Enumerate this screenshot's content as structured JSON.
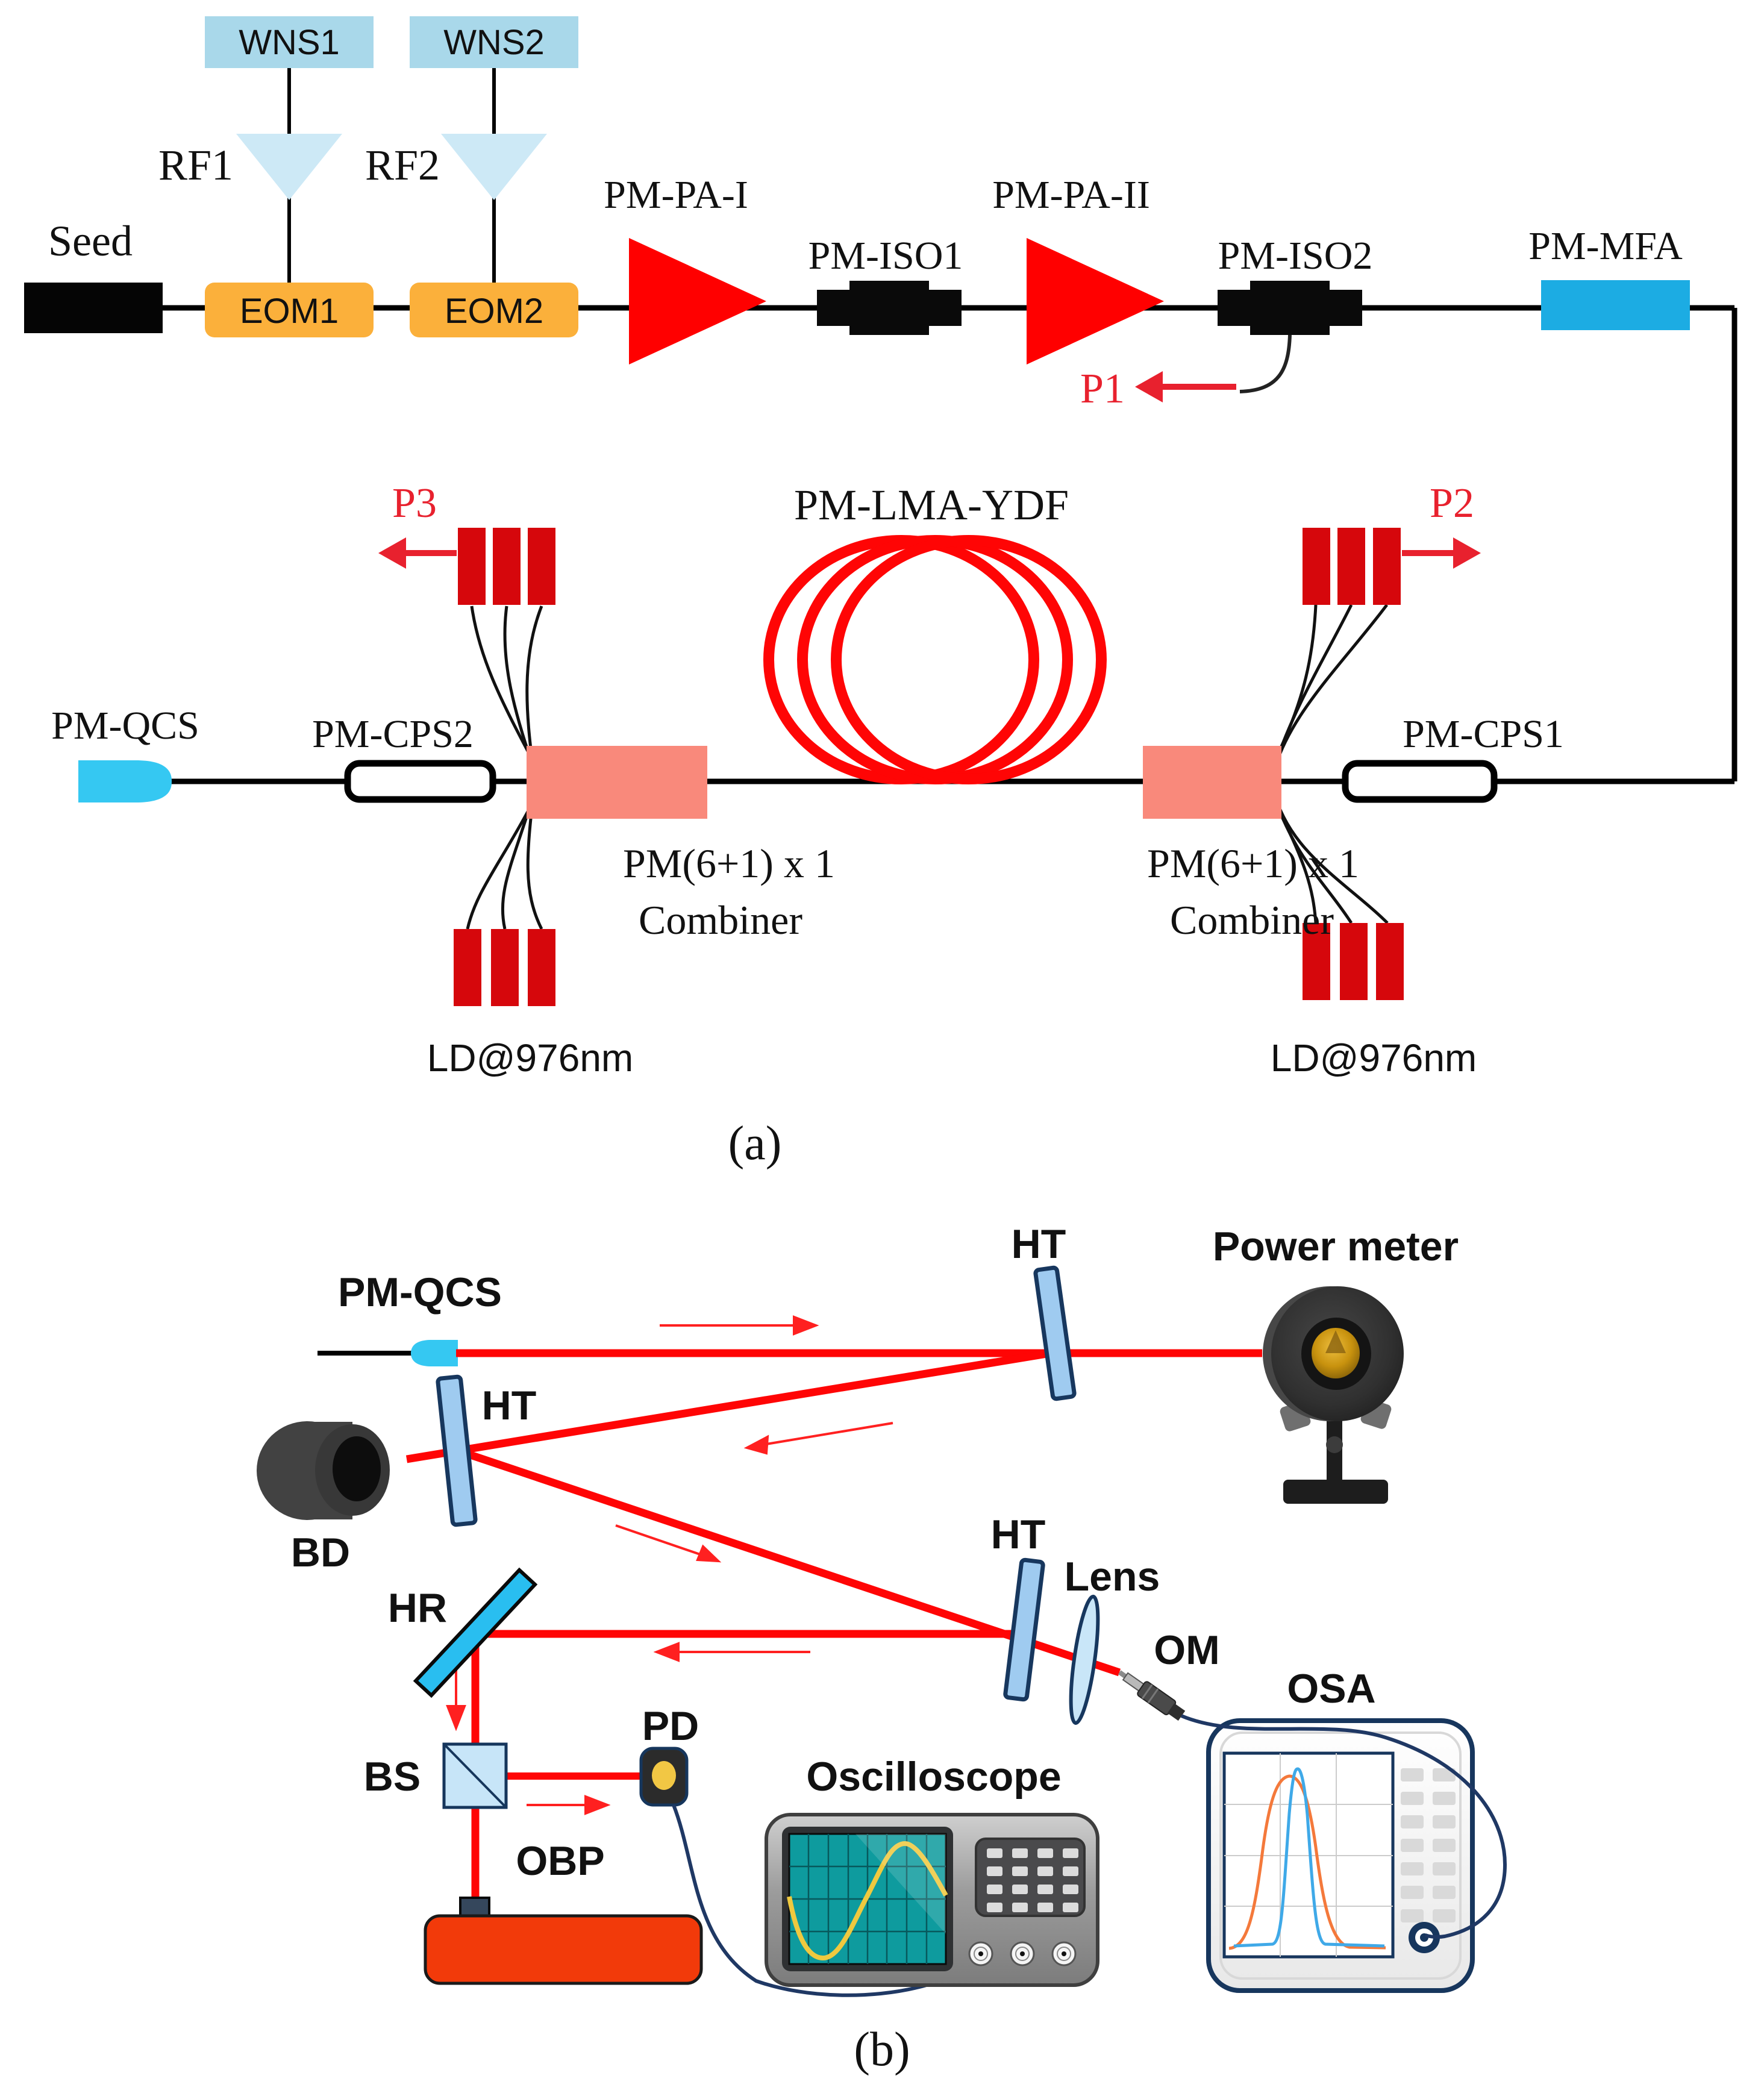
{
  "panel_a": {
    "caption": "(a)",
    "labels": {
      "seed": "Seed",
      "wns1": "WNS1",
      "wns2": "WNS2",
      "rf1": "RF1",
      "rf2": "RF2",
      "eom1": "EOM1",
      "eom2": "EOM2",
      "pm_pa_1": "PM-PA-I",
      "pm_iso1": "PM-ISO1",
      "pm_pa_2": "PM-PA-II",
      "pm_iso2": "PM-ISO2",
      "pm_mfa": "PM-MFA",
      "p1": "P1",
      "p2": "P2",
      "p3": "P3",
      "pm_lma_ydf": "PM-LMA-YDF",
      "pm_qcs": "PM-QCS",
      "pm_cps2": "PM-CPS2",
      "pm_cps1": "PM-CPS1",
      "combiner_line1": "PM(6+1) x 1",
      "combiner_line2": "Combiner",
      "ld976": "LD@976nm"
    }
  },
  "panel_b": {
    "caption": "(b)",
    "labels": {
      "pm_qcs": "PM-QCS",
      "ht": "HT",
      "power_meter": "Power meter",
      "bd": "BD",
      "hr": "HR",
      "bs": "BS",
      "pd": "PD",
      "obp": "OBP",
      "oscilloscope": "Oscilloscope",
      "lens": "Lens",
      "om": "OM",
      "osa": "OSA"
    }
  },
  "colors": {
    "beam_red": "#FF0505",
    "label_red": "#E8212E",
    "amplifier_red": "#FF0000",
    "ld_bar_red": "#D6070C",
    "combiner_salmon": "#F9897B",
    "eom_orange": "#FBB03B",
    "wns_blue": "#A9D8EA",
    "rf_triangle_blue": "#CDE9F6",
    "mfa_blue": "#1CACE3",
    "qcs_cyan": "#35C8F2",
    "optic_plate_blue": "#9FCBF0",
    "optic_border_navy": "#17375E",
    "hr_mirror_cyan": "#29BEF0",
    "bs_cube_blue": "#C7E5F8",
    "fiber_black": "#000000",
    "cable_navy": "#1F3864",
    "obp_orange": "#F23A0A",
    "oscilloscope_screen_teal": "#0E9B9E",
    "sine_yellow": "#EFC93F",
    "osa_peak_blue": "#3FA9E8",
    "osa_peak_orange": "#F4793B",
    "pd_dot_yellow": "#F2C744",
    "power_meter_gold": "#D09A18"
  }
}
